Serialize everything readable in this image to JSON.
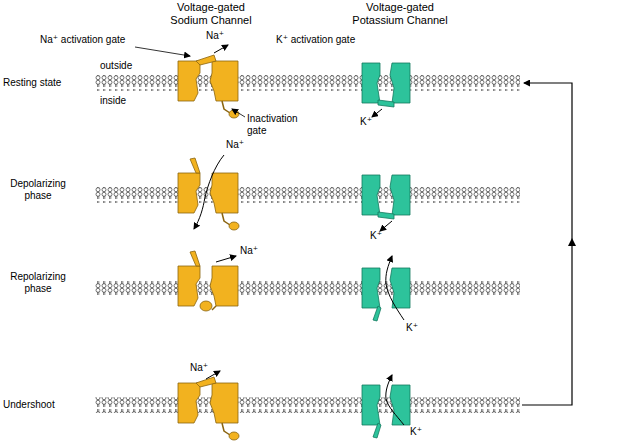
{
  "diagram": {
    "labels": [
      "Voltage-gated Sodium Channel",
      "Voltage-gated Potassium Channel",
      "Na⁺ activation gate",
      "Na⁺",
      "outside",
      "Resting state",
      "inside",
      "Inactivation gate",
      "K⁺ activation gate",
      "K⁺",
      "Na⁺",
      "Depolarizing phase",
      "K⁺",
      "Na⁺",
      "Repolarizing phase",
      "K⁺",
      "Na⁺",
      "Undershoot",
      "K⁺"
    ]
  }
}
